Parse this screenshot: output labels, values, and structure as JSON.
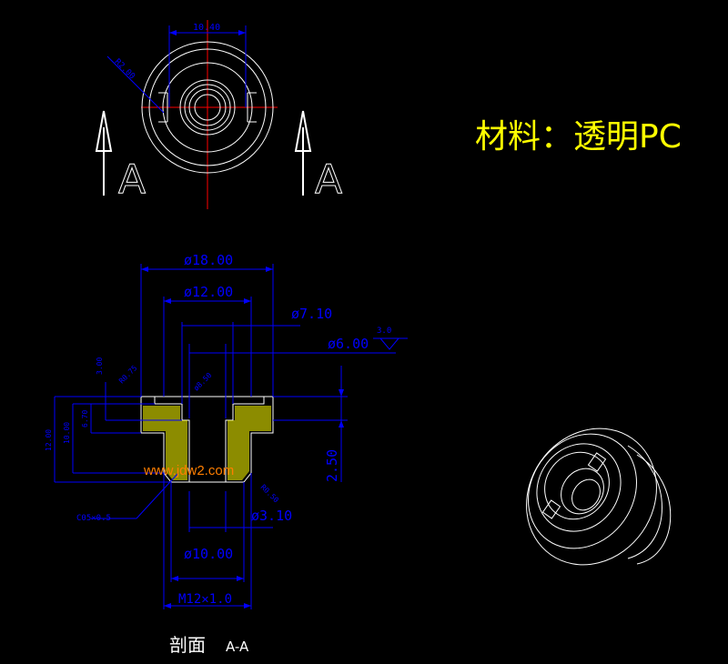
{
  "material_note": "材料：透明PC",
  "watermark": "www.jdw2.com",
  "section_label": "剖面",
  "section_id": "A-A",
  "view_marker_left": "A",
  "view_marker_right": "A",
  "top_view": {
    "dim_width": "10.40",
    "dim_diag": "R2.00"
  },
  "section_view": {
    "dim_d18": "ø18.00",
    "dim_d12": "ø12.00",
    "dim_d710": "ø7.10",
    "dim_d600": "ø6.00",
    "surface_finish": "3.0",
    "dim_thread": "M12✕1.0",
    "dim_d10": "ø10.00",
    "dim_d310": "ø3.10",
    "dim_h250": "2.50",
    "dim_chamfer": "C05✕0.5",
    "dim_small_left_1": "3.00",
    "dim_small_left_2": "12.00",
    "dim_small_left_3": "10.00",
    "dim_small_left_4": "6.70",
    "dim_r1": "R0.75",
    "dim_r2": "ø8.50",
    "dim_r3": "R0.50"
  },
  "colors": {
    "background": "#000000",
    "outline": "#ffffff",
    "dimension": "#0000ff",
    "centerline": "#ff0000",
    "hatch": "#ffff00",
    "note": "#ffff00",
    "watermark": "#ff7f00"
  }
}
